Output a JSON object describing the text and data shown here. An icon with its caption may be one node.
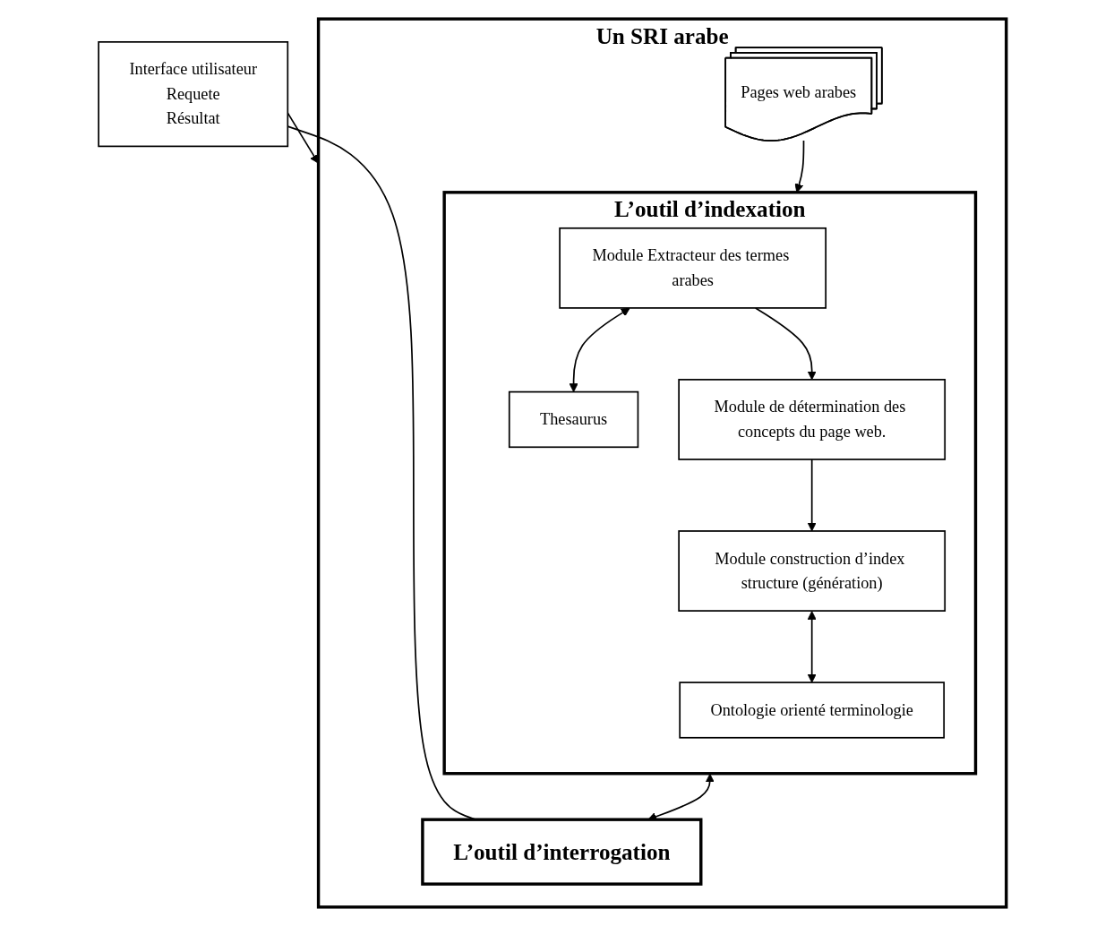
{
  "diagram": {
    "nodes": [
      {
        "text": [
          "Interface utilisateur",
          "Requete",
          "Résultat"
        ]
      },
      {
        "text": [
          "Un SRI arabe"
        ]
      },
      {
        "text": [
          "Pages web arabes"
        ],
        "in": 1
      },
      {
        "text": [
          "L’outil d’indexation"
        ],
        "in": 1
      },
      {
        "text": [
          "Thesaurus"
        ],
        "in": 3
      },
      {
        "text": [
          "Module Extracteur des termes arabes"
        ],
        "in": 3
      },
      {
        "text": [
          "Module de détermination des concepts du page web."
        ],
        "in": 3
      },
      {
        "text": [
          "Ontologie orienté terminologie"
        ],
        "in": 3
      },
      {
        "text": [
          "Module construction d’index structure (génération)"
        ],
        "in": 3
      },
      {
        "text": [
          "L’outil d’interrogation"
        ],
        "in": 1
      }
    ],
    "edges": [
      {
        "from": 0,
        "to": 1,
        "arrow": "to"
      },
      {
        "from": 2,
        "to": 3,
        "arrow": "to"
      },
      {
        "from": 5,
        "to": 4,
        "arrow": "both"
      },
      {
        "from": 5,
        "to": 6,
        "arrow": "to"
      },
      {
        "from": 6,
        "to": 8,
        "arrow": "to"
      },
      {
        "from": 8,
        "to": 7,
        "arrow": "both"
      },
      {
        "from": 3,
        "to": 9,
        "arrow": "both"
      },
      {
        "from": 9,
        "to": 0,
        "arrow": "none"
      }
    ]
  }
}
